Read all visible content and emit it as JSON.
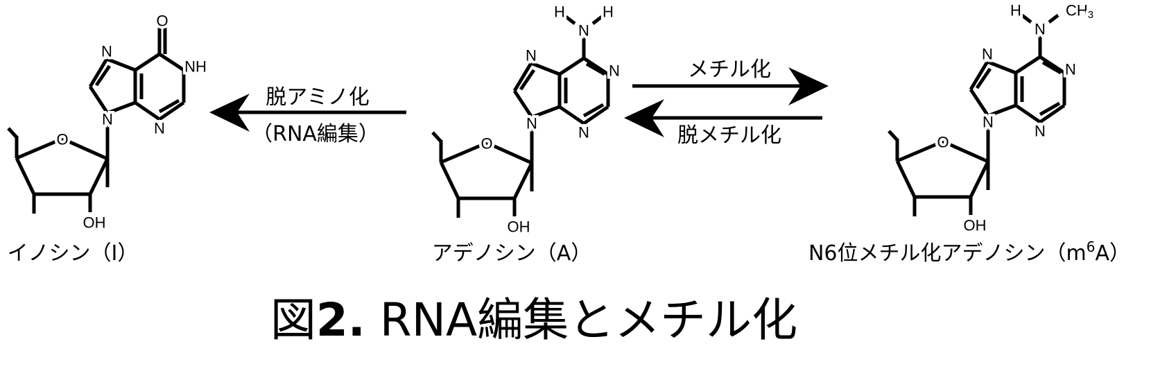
{
  "atoms": {
    "N": "N",
    "O": "O",
    "OH": "OH",
    "NH": "NH",
    "H": "H",
    "CH": "CH",
    "sub3": "3"
  },
  "molecules": {
    "inosine": "イノシン（I）",
    "adenosine": "アデノシン（A）",
    "m6a_prefix": "N6位メチル化アデノシン（m",
    "m6a_sup": "6",
    "m6a_suffix": "A）"
  },
  "arrows": {
    "deamination": "脱アミノ化",
    "deamination_sub": "（RNA編集）",
    "methylation": "メチル化",
    "demethylation": "脱メチル化"
  },
  "caption": {
    "fig": "図",
    "num": "2.",
    "text": " RNA編集とメチル化"
  }
}
